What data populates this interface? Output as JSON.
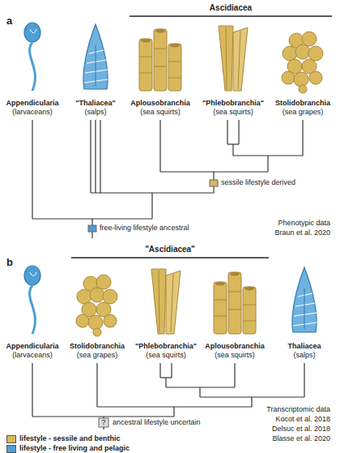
{
  "diagram": {
    "nodes": [
      {
        "text": [
          "Appendicularia",
          "(larvaceans)"
        ]
      },
      {
        "text": [
          "\"Thaliacea\"",
          "(salps)"
        ]
      },
      {
        "text": [
          "Aplousobranchia",
          "(sea squirts)"
        ]
      },
      {
        "text": [
          "\"Phlebobranchia\"",
          "(sea squirts)"
        ]
      },
      {
        "text": [
          "Stolidobranchia",
          "(sea grapes)"
        ]
      },
      {
        "text": [
          "Appendicularia",
          "(larvaceans)"
        ]
      },
      {
        "text": [
          "Stolidobranchia",
          "(sea grapes)"
        ]
      },
      {
        "text": [
          "\"Phlebobranchia\"",
          "(sea squirts)"
        ]
      },
      {
        "text": [
          "Aplousobranchia",
          "(sea squirts)"
        ]
      },
      {
        "text": [
          "Thaliacea",
          "(salps)"
        ]
      }
    ],
    "labels": [
      "a",
      "Ascidiacea",
      "sessile lifestyle derived",
      "free-living lifestyle ancestral",
      "Phenotypic data",
      "Braun et al. 2020",
      "b",
      "\"Ascidiacea\"",
      "?",
      "ancestral lifestyle uncertain",
      "Transcriptomic data",
      "Kocot et al. 2018",
      "Delsuc et al. 2018",
      "Blasse et al. 2020"
    ],
    "legend": [
      {
        "text": "lifestyle - sessile and benthic",
        "color": "#d9b85c"
      },
      {
        "text": "lifestyle - free living and pelagic",
        "color": "#4f9fd6"
      }
    ]
  }
}
